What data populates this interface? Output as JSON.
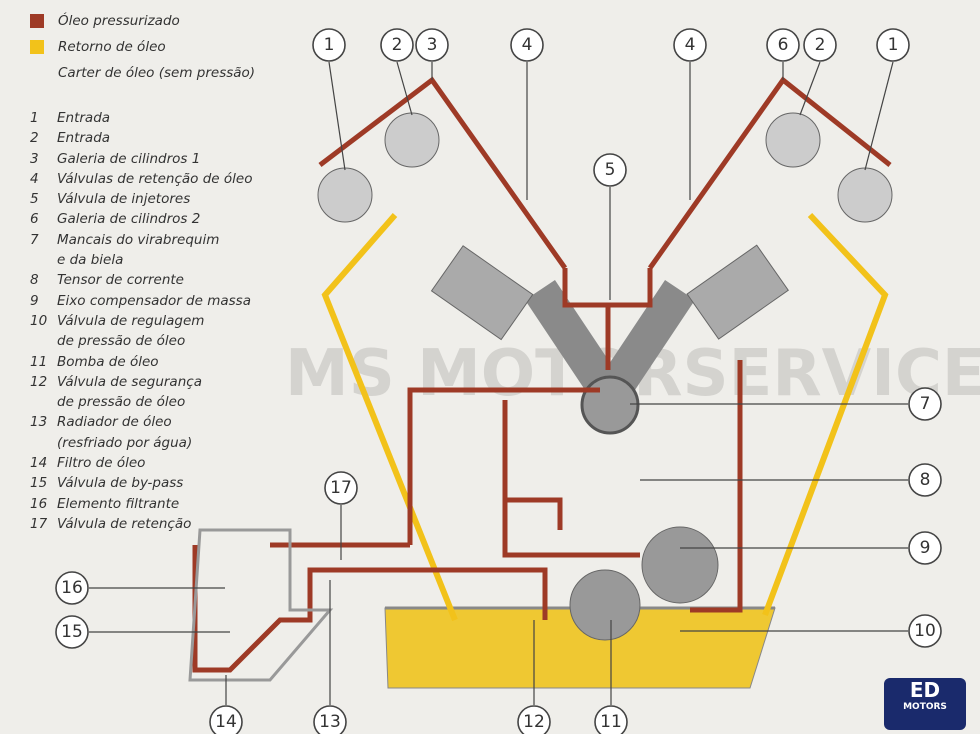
{
  "legend": {
    "pressurized": "Óleo pressurizado",
    "return": "Retorno de óleo",
    "sump": "Carter de óleo (sem pressão)",
    "colors": {
      "pressurized": "#9e3a26",
      "return": "#f2c21a"
    }
  },
  "items": [
    {
      "n": "1",
      "t": "Entrada"
    },
    {
      "n": "2",
      "t": "Entrada"
    },
    {
      "n": "3",
      "t": "Galeria de cilindros 1"
    },
    {
      "n": "4",
      "t": "Válvulas de retenção de óleo"
    },
    {
      "n": "5",
      "t": "Válvula de injetores"
    },
    {
      "n": "6",
      "t": "Galeria de cilindros 2"
    },
    {
      "n": "7",
      "t": "Mancais do virabrequim"
    },
    {
      "n": "",
      "t": "e da biela"
    },
    {
      "n": "8",
      "t": "Tensor de corrente"
    },
    {
      "n": "9",
      "t": "Eixo compensador de massa"
    },
    {
      "n": "10",
      "t": "Válvula de regulagem"
    },
    {
      "n": "",
      "t": "de pressão de óleo"
    },
    {
      "n": "11",
      "t": "Bomba de óleo"
    },
    {
      "n": "12",
      "t": "Válvula de segurança"
    },
    {
      "n": "",
      "t": "de pressão de óleo"
    },
    {
      "n": "13",
      "t": "Radiador de óleo"
    },
    {
      "n": "",
      "t": "(resfriado por água)"
    },
    {
      "n": "14",
      "t": "Filtro de óleo"
    },
    {
      "n": "15",
      "t": "Válvula de by-pass"
    },
    {
      "n": "16",
      "t": "Elemento filtrante"
    },
    {
      "n": "17",
      "t": "Válvula de retenção"
    }
  ],
  "callouts": [
    "1",
    "2",
    "3",
    "4",
    "5",
    "4",
    "6",
    "2",
    "1",
    "7",
    "8",
    "9",
    "10",
    "11",
    "12",
    "13",
    "14",
    "15",
    "16",
    "17"
  ],
  "watermark": "MS MOTORSERVICE",
  "logo": {
    "main": "ED",
    "sub": "MOTORS"
  }
}
